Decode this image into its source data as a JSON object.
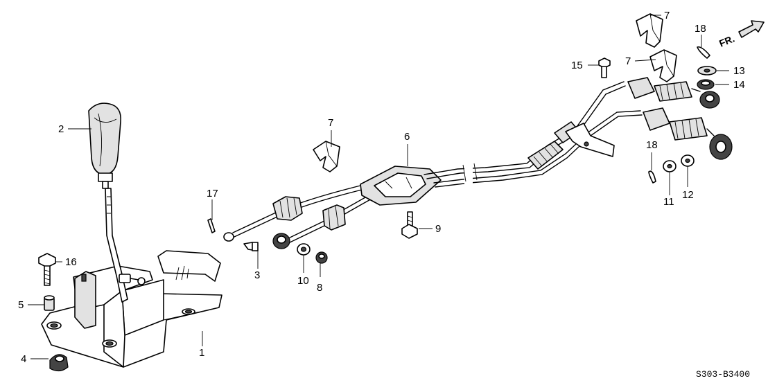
{
  "callouts": {
    "p1": "1",
    "p2": "2",
    "p3": "3",
    "p4": "4",
    "p5": "5",
    "p6": "6",
    "p7a": "7",
    "p7b": "7",
    "p7c": "7",
    "p8": "8",
    "p9": "9",
    "p10": "10",
    "p11": "11",
    "p12": "12",
    "p13": "13",
    "p14": "14",
    "p15": "15",
    "p16": "16",
    "p17": "17",
    "p18a": "18",
    "p18b": "18"
  },
  "direction_label": "FR.",
  "diagram_code": "S303-B3400"
}
